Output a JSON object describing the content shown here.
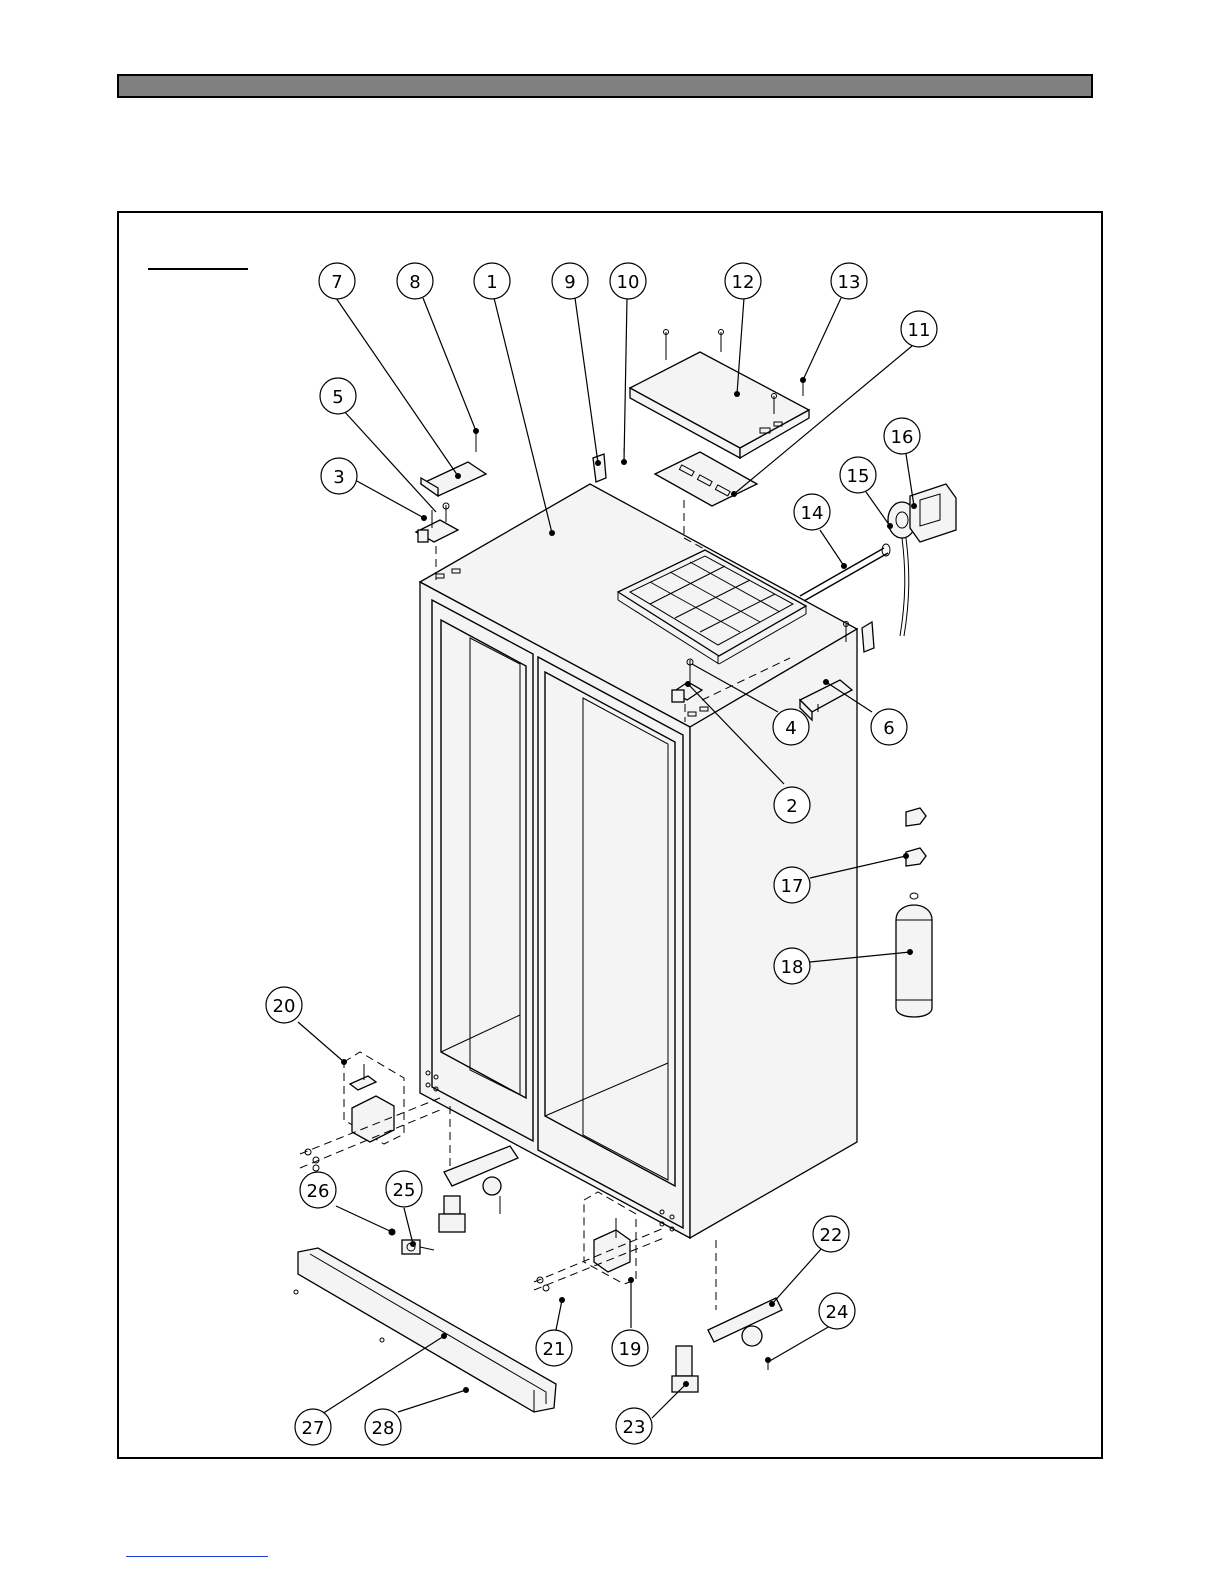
{
  "callouts": [
    "1",
    "2",
    "3",
    "4",
    "5",
    "6",
    "7",
    "8",
    "9",
    "10",
    "11",
    "12",
    "13",
    "14",
    "15",
    "16",
    "17",
    "18",
    "19",
    "20",
    "21",
    "22",
    "23",
    "24",
    "25",
    "26",
    "27",
    "28"
  ],
  "colors": {
    "header_bar": "#808080",
    "line": "#000000",
    "link_underline": "#1a3fd9"
  }
}
